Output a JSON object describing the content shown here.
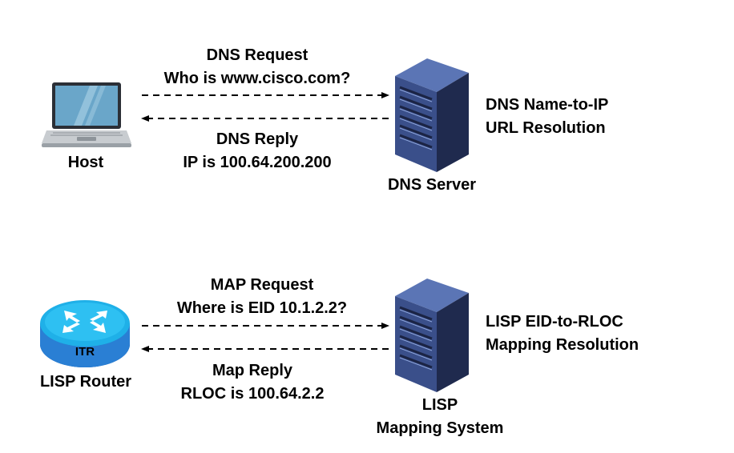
{
  "colors": {
    "text": "#000000",
    "arrow": "#000000",
    "server_dark": "#1f2a4e",
    "server_mid": "#3a4f8a",
    "server_light": "#5b75b5",
    "laptop_screen": "#6aa6c9",
    "laptop_body": "#c8ccd0",
    "router_blue": "#2a7fd4",
    "router_cyan": "#1fb0e8"
  },
  "dns_section": {
    "host": {
      "icon": "laptop-icon",
      "label": "Host"
    },
    "request": {
      "line1": "DNS Request",
      "line2": "Who is www.cisco.com?"
    },
    "reply": {
      "line1": "DNS Reply",
      "line2": "IP is 100.64.200.200"
    },
    "server": {
      "icon": "server-icon",
      "label": "DNS Server"
    },
    "function": {
      "line1": "DNS Name-to-IP",
      "line2": "URL Resolution"
    }
  },
  "lisp_section": {
    "router": {
      "icon": "router-icon",
      "badge": "ITR",
      "label": "LISP Router"
    },
    "request": {
      "line1": "MAP Request",
      "line2": "Where is EID 10.1.2.2?"
    },
    "reply": {
      "line1": "Map Reply",
      "line2": "RLOC is 100.64.2.2"
    },
    "server": {
      "icon": "server-icon",
      "label_line1": "LISP",
      "label_line2": "Mapping System"
    },
    "function": {
      "line1": "LISP EID-to-RLOC",
      "line2": "Mapping Resolution"
    }
  }
}
